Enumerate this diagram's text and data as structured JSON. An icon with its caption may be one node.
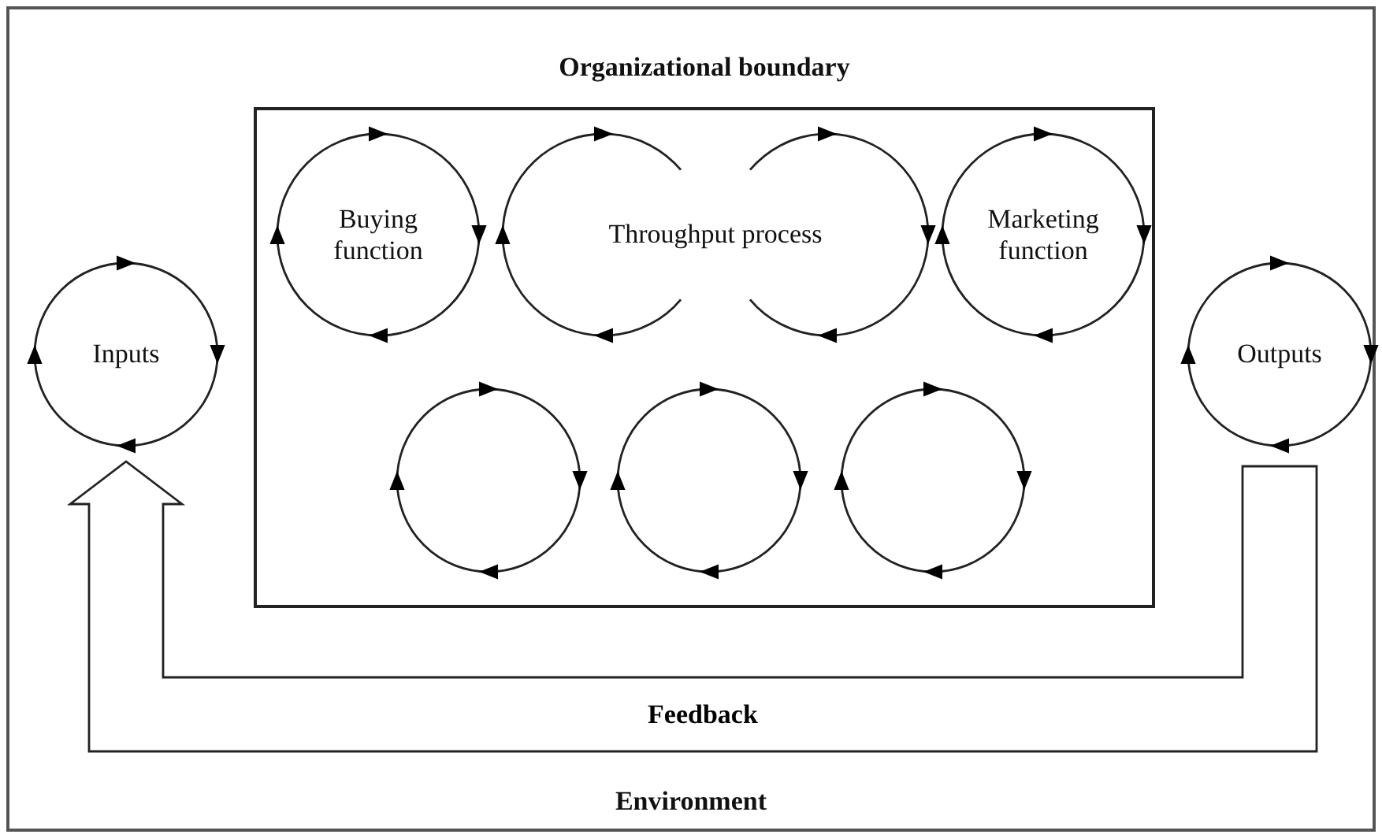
{
  "diagram": {
    "nodes": [
      {
        "text": [
          "Environment"
        ]
      },
      {
        "text": [
          "Organizational boundary"
        ],
        "in": 0
      },
      {
        "text": [
          "Inputs"
        ],
        "in": 0
      },
      {
        "text": [
          "Buying function"
        ],
        "in": 1
      },
      {
        "text": [
          "Throughput process"
        ],
        "in": 1
      },
      {
        "text": [
          "Marketing function"
        ],
        "in": 1
      },
      {
        "text": [],
        "shape": "circle",
        "in": 1
      },
      {
        "text": [],
        "shape": "circle",
        "in": 1
      },
      {
        "text": [],
        "shape": "circle",
        "in": 1
      },
      {
        "text": [
          "Outputs"
        ],
        "in": 0
      }
    ],
    "edges": [
      {
        "from": 9,
        "to": 2,
        "arrow": "to",
        "label": "Feedback",
        "style": "thick"
      }
    ]
  }
}
